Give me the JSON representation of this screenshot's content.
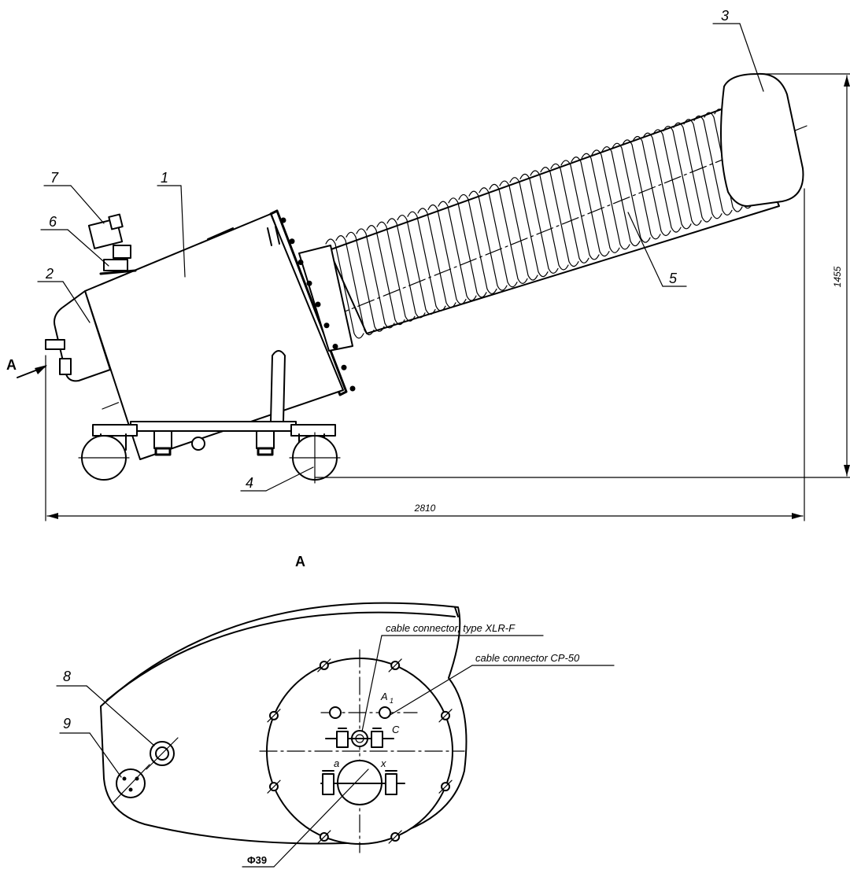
{
  "view_marker": "A",
  "dimensions": {
    "height": "1455",
    "width": "2810"
  },
  "part_numbers": [
    "1",
    "2",
    "3",
    "4",
    "5",
    "6",
    "7",
    "8",
    "9"
  ],
  "callouts": {
    "connector_xlr": "cable connector, type XLR-F",
    "connector_cp": "cable connector CP-50",
    "diameter": "Φ39"
  },
  "terminals": {
    "a1": "A",
    "a1_sub": "1",
    "c": "C",
    "a": "a",
    "x": "x"
  }
}
